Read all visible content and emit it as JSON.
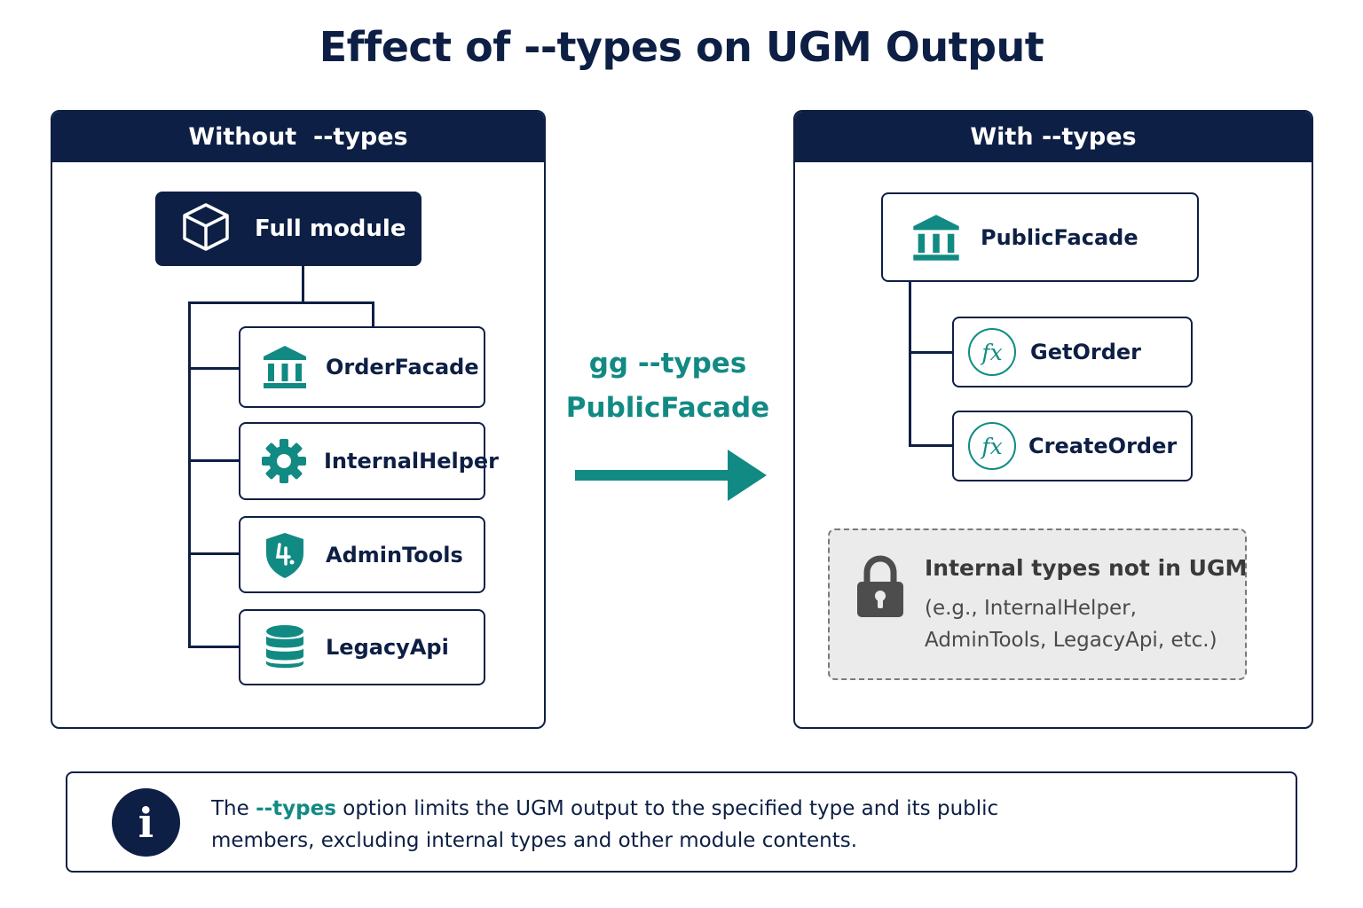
{
  "title": "Effect of --types on UGM Output",
  "colors": {
    "navy": "#0d1f44",
    "teal": "#128a84",
    "gray": "#ebebeb"
  },
  "left_panel": {
    "header": "Without  --types",
    "module": {
      "label": "Full module",
      "icon": "cube-icon"
    },
    "items": [
      {
        "label": "OrderFacade",
        "icon": "bank-icon"
      },
      {
        "label": "InternalHelper",
        "icon": "gear-icon"
      },
      {
        "label": "AdminTools",
        "icon": "shield-icon"
      },
      {
        "label": "LegacyApi",
        "icon": "database-icon"
      }
    ]
  },
  "command": {
    "line1": "gg --types",
    "line2": "PublicFacade"
  },
  "right_panel": {
    "header": "With --types",
    "root": {
      "label": "PublicFacade",
      "icon": "bank-icon"
    },
    "members": [
      {
        "label": "GetOrder",
        "icon": "function-icon",
        "glyph": "fx"
      },
      {
        "label": "CreateOrder",
        "icon": "function-icon",
        "glyph": "fx"
      }
    ],
    "excluded": {
      "title": "Internal types not in UGM",
      "description": "(e.g., InternalHelper, AdminTools, LegacyApi, etc.)",
      "icon": "lock-icon"
    }
  },
  "note": {
    "prefix": "The ",
    "highlight": "--types",
    "suffix": " option limits the UGM output to the specified type and its public members, excluding internal types and other module contents.",
    "icon": "info-icon",
    "icon_glyph": "i"
  }
}
